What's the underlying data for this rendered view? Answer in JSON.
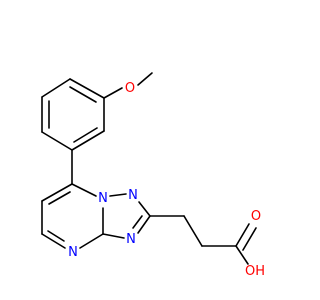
{
  "atoms": {
    "methoxy_o": "O",
    "n_bridge": "N",
    "n_triazole_top": "N",
    "n_triazole_bottom": "N",
    "n_pyrimidine": "N",
    "carbonyl_o": "O",
    "hydroxyl_oh": "OH"
  },
  "colors": {
    "bond": "#000000",
    "oxygen": "#ff0000",
    "nitrogen": "#0000ff"
  }
}
